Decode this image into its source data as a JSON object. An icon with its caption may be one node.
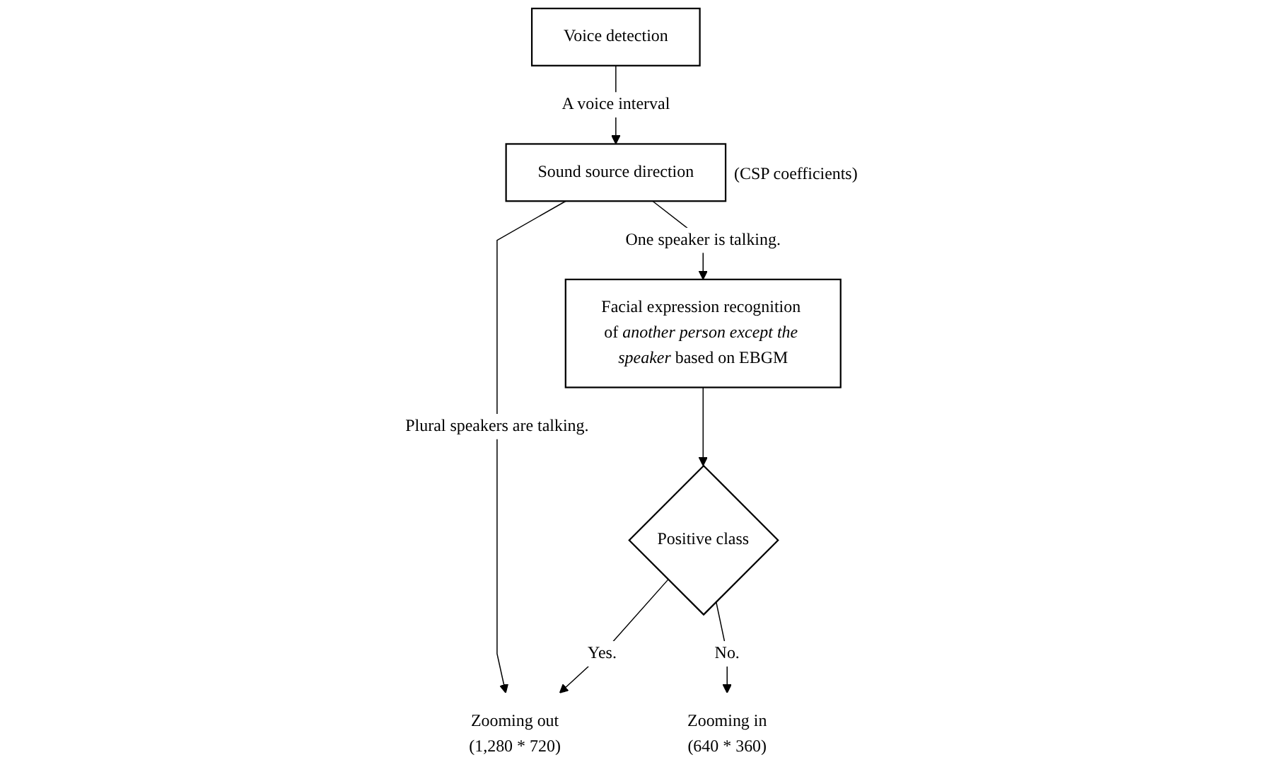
{
  "diagram": {
    "nodes": [
      {
        "text": [
          "Voice detection"
        ]
      },
      {
        "text": [
          "Sound source direction"
        ],
        "beside": [
          "(CSP coefficients)"
        ]
      },
      {
        "text": [
          "Facial expression recognition of *another person except the speaker* based on EBGM"
        ]
      },
      {
        "text": [
          "Positive class"
        ]
      },
      {
        "text": [
          "Zooming out",
          "(1,280 * 720)"
        ]
      },
      {
        "text": [
          "Zooming in",
          "(640 * 360)"
        ]
      }
    ],
    "edges": [
      {
        "from": 0,
        "to": 1,
        "arrow": "to",
        "label": "A voice interval"
      },
      {
        "from": 1,
        "to": 4,
        "arrow": "to",
        "label": "Plural speakers are talking."
      },
      {
        "from": 1,
        "to": 2,
        "arrow": "to",
        "label": "One speaker is talking."
      },
      {
        "from": 2,
        "to": 3,
        "arrow": "to"
      },
      {
        "from": 3,
        "to": 4,
        "arrow": "to",
        "label": "Yes."
      },
      {
        "from": 3,
        "to": 5,
        "arrow": "to",
        "label": "No."
      }
    ]
  }
}
